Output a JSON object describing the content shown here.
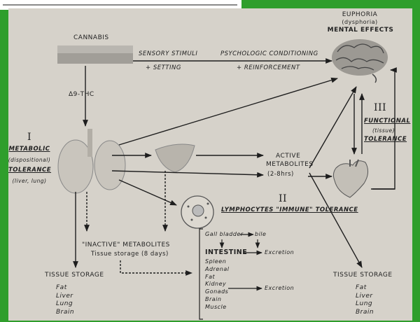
{
  "header": {
    "euphoria": "EUPHORIA",
    "dysphoria": "(dysphoria)",
    "mental_effects": "MENTAL EFFECTS"
  },
  "cannabis": "CANNABIS",
  "sensory": {
    "line1": "SENSORY STIMULI",
    "line2": "+ SETTING"
  },
  "psychologic": {
    "line1": "PSYCHOLOGIC CONDITIONING",
    "line2": "+ REINFORCEMENT"
  },
  "thc": "Δ9-THC",
  "metabolic_tolerance": {
    "numeral": "I",
    "metabolic": "METABOLIC",
    "dispositional": "(dispositional)",
    "tolerance": "TOLERANCE",
    "organs": "(liver, lung)"
  },
  "functional_tolerance": {
    "numeral": "III",
    "functional": "FUNCTIONAL",
    "tissue": "(tissue)",
    "tolerance": "TOLERANCE"
  },
  "active_metabolites": {
    "line1": "ACTIVE",
    "line2": "METABOLITES",
    "duration": "(2-8hrs)"
  },
  "lymphocytes": {
    "numeral": "II",
    "label": "LYMPHOCYTES \"IMMUNE\" TOLERANCE"
  },
  "inactive_metabolites": {
    "line1": "\"INACTIVE\" METABOLITES",
    "line2": "Tissue storage (8 days)"
  },
  "tissue_storage_left": {
    "title": "TISSUE STORAGE",
    "items": [
      "Fat",
      "Liver",
      "Lung",
      "Brain"
    ]
  },
  "tissue_storage_right": {
    "title": "TISSUE STORAGE",
    "items": [
      "Fat",
      "Liver",
      "Lung",
      "Brain"
    ]
  },
  "excretion_box": {
    "gall_bladder": "Gall bladder",
    "bile": "bile",
    "intestine": "INTESTINE",
    "excretion_1": "Excretion",
    "spleen": "Spleen",
    "adrenal": "Adrenal",
    "fat": "Fat",
    "kidney": "Kidney",
    "excretion_2": "Excretion",
    "gonads": "Gonads",
    "brain": "Brain",
    "muscle": "Muscle"
  }
}
